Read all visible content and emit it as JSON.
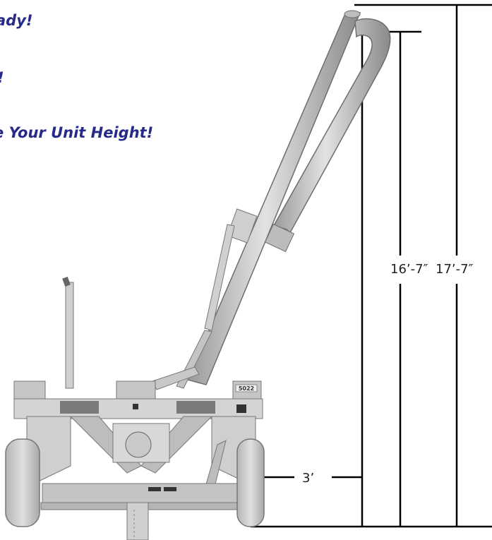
{
  "headlines": [
    {
      "text": "ady!"
    },
    {
      "text": "!"
    },
    {
      "text": "e Your Unit Height!"
    }
  ],
  "dimensions": {
    "spout_height": "16’-7″",
    "overall_height": "17’-7″",
    "offset_width": "3’"
  },
  "machine": {
    "model_plate": "5022"
  },
  "colors": {
    "headline": "#262b8a",
    "metal": "#c9c9c9",
    "metal_dark": "#8f8f8f",
    "dimension_line": "#000000"
  }
}
